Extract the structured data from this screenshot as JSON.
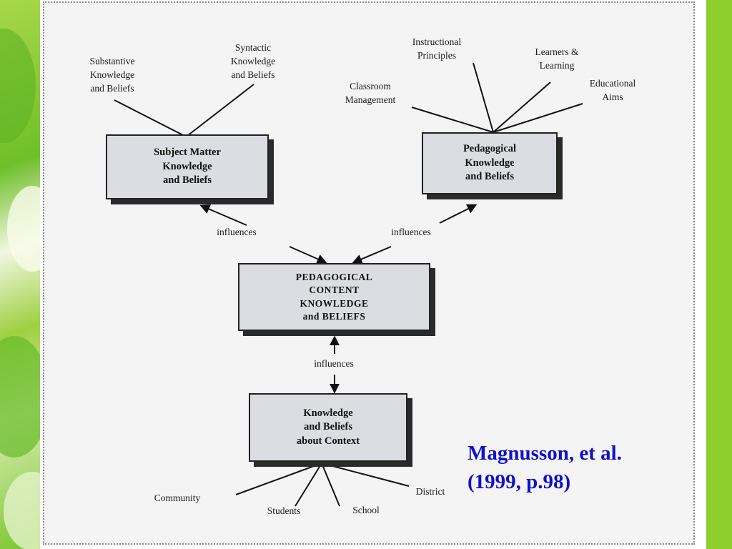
{
  "diagram": {
    "boxes": {
      "subject_matter": "Subject Matter\nKnowledge\nand Beliefs",
      "pedagogical": "Pedagogical\nKnowledge\nand Beliefs",
      "pck": "PEDAGOGICAL\nCONTENT\nKNOWLEDGE\nand BELIEFS",
      "context": "Knowledge\nand Beliefs\nabout Context"
    },
    "subject_inputs": {
      "substantive": "Substantive\nKnowledge\nand Beliefs",
      "syntactic": "Syntactic\nKnowledge\nand Beliefs"
    },
    "pedagogical_inputs": {
      "instructional": "Instructional\nPrinciples",
      "learners": "Learners &\nLearning",
      "classroom": "Classroom\nManagement",
      "aims": "Educational\nAims"
    },
    "context_inputs": {
      "community": "Community",
      "students": "Students",
      "school": "School",
      "district": "District"
    },
    "influences": {
      "left": "influences",
      "right": "influences",
      "bottom": "influences"
    }
  },
  "citation": "Magnusson, et al.\n(1999, p.98)",
  "colors": {
    "citation": "#1010cc",
    "box_fill": "#dcdde2",
    "frame_green": "#8ccf2e"
  }
}
